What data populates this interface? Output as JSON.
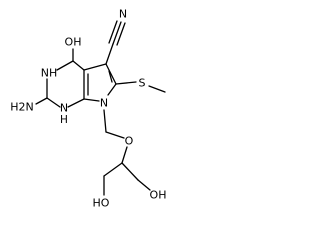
{
  "molecule": {
    "atoms": {
      "carbonyl_oxygen": "OH",
      "ring_nh": "NH",
      "amine": "H2N",
      "ring_n_bottom": "N",
      "ring_n_bottom_h": "H",
      "pyrrole_n": "N",
      "nitrile_n": "N",
      "sulfur": "S",
      "ether_oxygen": "O",
      "hydroxyl_left": "HO",
      "hydroxyl_right": "OH"
    }
  }
}
